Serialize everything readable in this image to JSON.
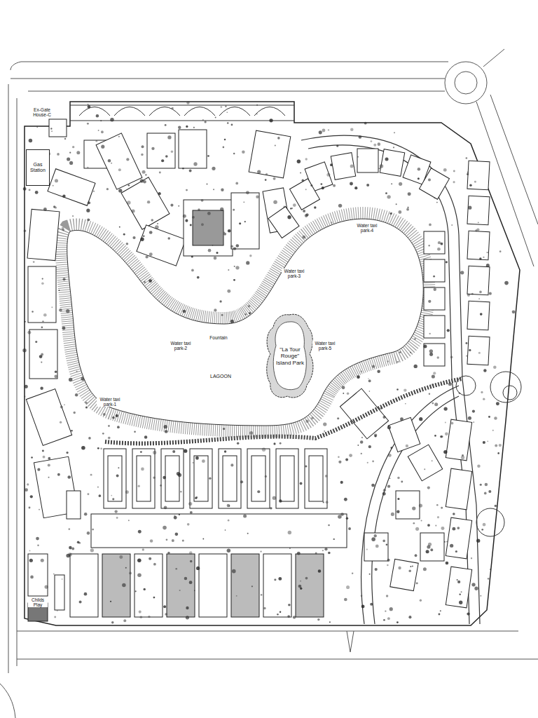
{
  "diagram": {
    "nodes": [
      {
        "text": [
          "Gas Station"
        ]
      },
      {
        "text": [
          "LAGOON"
        ]
      },
      {
        "text": [
          "\"La Tour Rouge\" Island Park"
        ],
        "in": 1
      }
    ],
    "labels": [
      "Ex-Gate House-C",
      "Water taxi park-1",
      "Water taxi park-2",
      "Fountain",
      "Water taxi park-3",
      "Water taxi park-4",
      "Water taxi park-5",
      "Childs Play"
    ]
  }
}
